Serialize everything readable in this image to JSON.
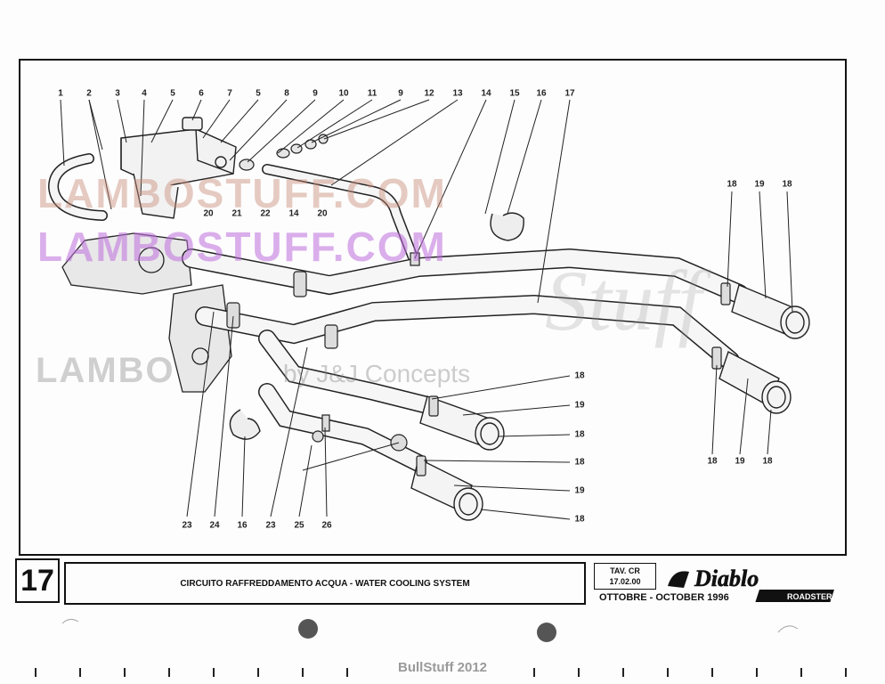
{
  "page_number": "17",
  "title": "CIRCUITO RAFFREDDAMENTO ACQUA - WATER COOLING SYSTEM",
  "table_code_label": "TAV. CR",
  "table_code": "17.02.00",
  "date": "OTTOBRE - OCTOBER 1996",
  "logo_text": "Diablo",
  "logo_subtext": "ROADSTER",
  "footer": "BullStuff 2012",
  "watermarks": {
    "w1": "LAMBOSTUFF.COM",
    "w2": "LAMBOSTUFF.COM",
    "w3": "LAMBO",
    "w4": "by J&J Concepts",
    "w5": "Stuff"
  },
  "callouts": {
    "top": [
      "1",
      "2",
      "3",
      "4",
      "5",
      "6",
      "7",
      "5",
      "8",
      "9",
      "10",
      "11",
      "9",
      "12",
      "13",
      "14",
      "15",
      "16",
      "17"
    ],
    "mid": [
      "22",
      "14",
      "20",
      "21",
      "20"
    ],
    "rt": [
      "18",
      "19",
      "18"
    ],
    "right_list": [
      "18",
      "19",
      "18",
      "18",
      "19",
      "18"
    ],
    "rb": [
      "18",
      "19",
      "18"
    ],
    "bottom": [
      "23",
      "24",
      "16",
      "23",
      "25",
      "26"
    ]
  }
}
